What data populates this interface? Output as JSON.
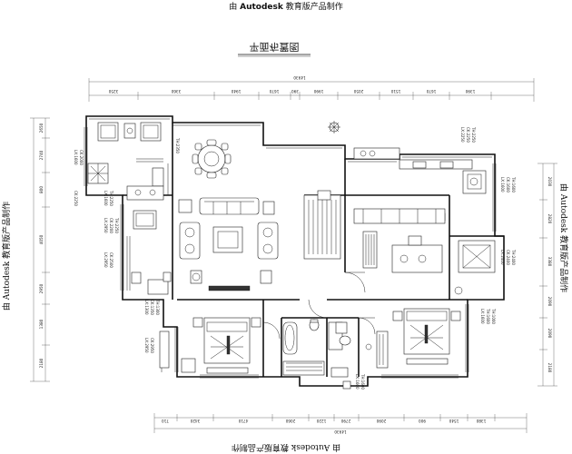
{
  "watermark": {
    "top_prefix": "由 ",
    "top_brand": "Autodesk",
    "top_suffix": " 教育版产品制作",
    "bottom_text": "由 Autodesk 教育版产品制作",
    "left_text": "由 Autodesk 教育版产品制作",
    "right_text": "由 Autodesk 教育版产品制作"
  },
  "title": "平面布置图",
  "top_dimensions": {
    "total": "14930",
    "segments": [
      "3250",
      "3360",
      "1940",
      "1670",
      "390",
      "1990",
      "2050",
      "1510",
      "1670",
      "1390"
    ]
  },
  "bottom_dimensions": {
    "total": "14930",
    "segments": [
      "710",
      "3420",
      "4710",
      "2060",
      "1220",
      "2790",
      "2090",
      "900",
      "1540",
      "1380"
    ]
  },
  "left_dimensions": [
    "2650",
    "2740",
    "800",
    "4050",
    "2950",
    "1380",
    "2180"
  ],
  "right_dimensions": [
    "2030",
    "2820",
    "3380",
    "2090",
    "2090",
    "2180"
  ],
  "window_tags": [
    "LX:1600",
    "CK:2000",
    "TH:2350",
    "CK:2250",
    "LX:1600",
    "TH:2250",
    "LX:2950",
    "CK:2200",
    "TH:2250",
    "LX:2950",
    "CK:2500",
    "LX:2950",
    "CK:2950",
    "LX:1300",
    "CK:1350",
    "TH:1300",
    "LX:2250",
    "CK:2250",
    "TH:2250",
    "LX:1600",
    "CK:1600",
    "TH:1600",
    "LX:2400",
    "CK:2400",
    "TH:2400",
    "LX:1600",
    "TH:1600",
    "TH:1000",
    "LX:1600",
    "TH:1600"
  ]
}
